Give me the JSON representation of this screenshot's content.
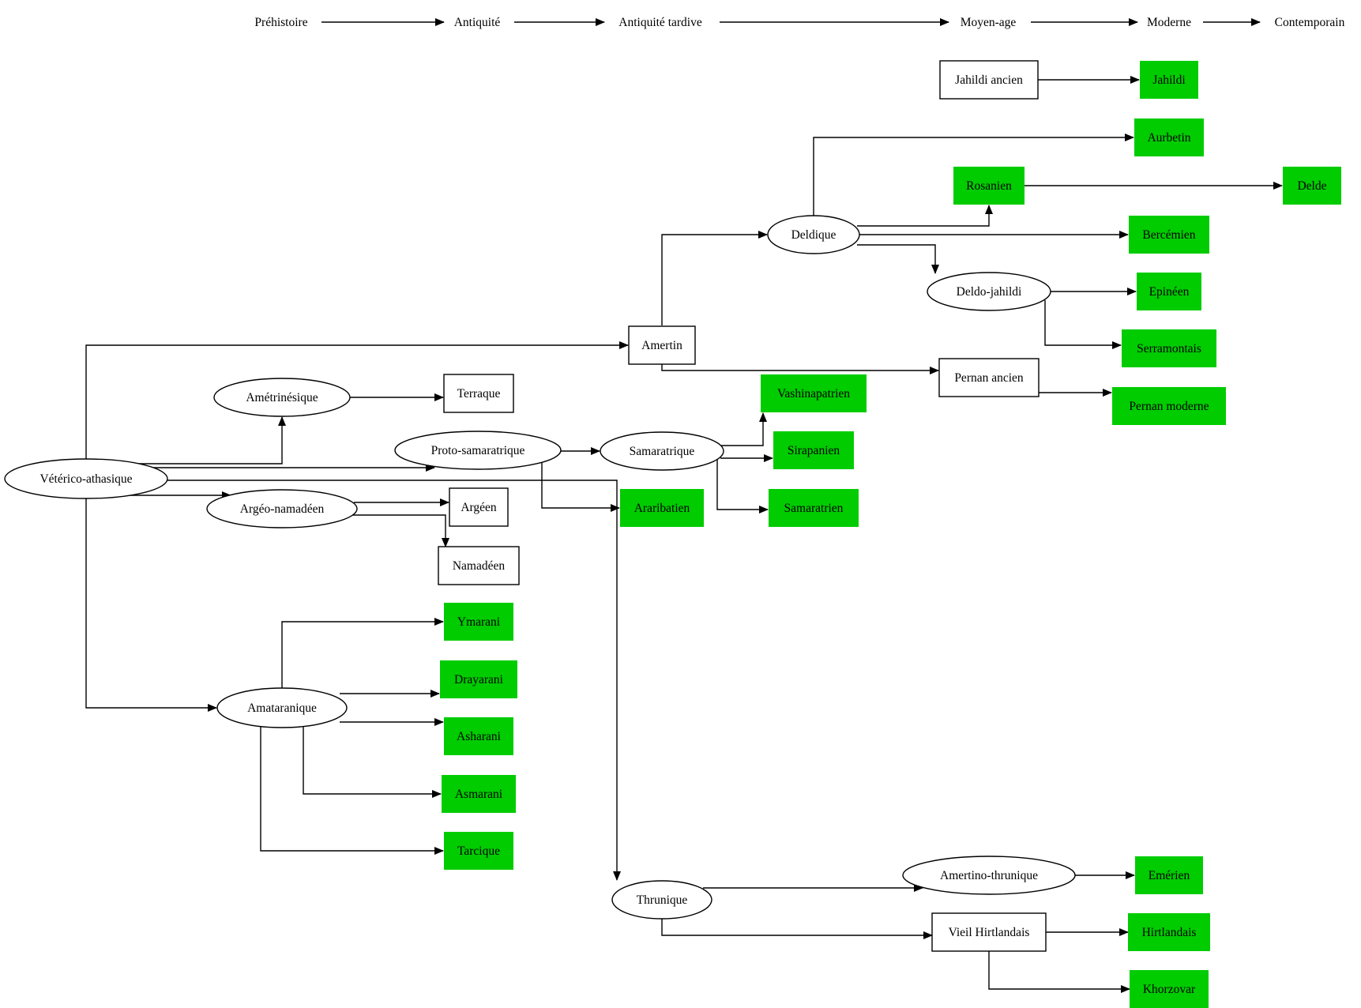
{
  "diagram": {
    "colors": {
      "modern_fill": "#00cc00",
      "stroke": "#000000",
      "background": "#ffffff"
    },
    "timeline": [
      {
        "id": "t_prehistoire",
        "label": "Préhistoire"
      },
      {
        "id": "t_antiquite",
        "label": "Antiquité"
      },
      {
        "id": "t_antiquite_tardive",
        "label": "Antiquité tardive"
      },
      {
        "id": "t_moyen_age",
        "label": "Moyen-age"
      },
      {
        "id": "t_moderne",
        "label": "Moderne"
      },
      {
        "id": "t_contemporain",
        "label": "Contemporain"
      }
    ],
    "nodes": [
      {
        "id": "veterico",
        "label": "Vétérico-athasique",
        "shape": "ellipse",
        "era": "Préhistoire"
      },
      {
        "id": "ametrinesique",
        "label": "Amétrinésique",
        "shape": "ellipse",
        "era": "Antiquité"
      },
      {
        "id": "argeo",
        "label": "Argéo-namadéen",
        "shape": "ellipse",
        "era": "Antiquité"
      },
      {
        "id": "amataranique",
        "label": "Amataranique",
        "shape": "ellipse",
        "era": "Antiquité"
      },
      {
        "id": "terraque",
        "label": "Terraque",
        "shape": "box",
        "era": "Antiquité tardive"
      },
      {
        "id": "proto_sam",
        "label": "Proto-samaratrique",
        "shape": "ellipse",
        "era": "Antiquité tardive"
      },
      {
        "id": "argeen",
        "label": "Argéen",
        "shape": "box",
        "era": "Antiquité tardive"
      },
      {
        "id": "namadeen",
        "label": "Namadéen",
        "shape": "box",
        "era": "Antiquité tardive"
      },
      {
        "id": "ymarani",
        "label": "Ymarani",
        "shape": "filled",
        "era": "Antiquité tardive"
      },
      {
        "id": "drayarani",
        "label": "Drayarani",
        "shape": "filled",
        "era": "Antiquité tardive"
      },
      {
        "id": "asharani",
        "label": "Asharani",
        "shape": "filled",
        "era": "Antiquité tardive"
      },
      {
        "id": "asmarani",
        "label": "Asmarani",
        "shape": "filled",
        "era": "Antiquité tardive"
      },
      {
        "id": "tarcique",
        "label": "Tarcique",
        "shape": "filled",
        "era": "Antiquité tardive"
      },
      {
        "id": "amertin",
        "label": "Amertin",
        "shape": "box",
        "era": "Antiquité tardive"
      },
      {
        "id": "samaratrique",
        "label": "Samaratrique",
        "shape": "ellipse",
        "era": "Antiquité tardive"
      },
      {
        "id": "araribatien",
        "label": "Araribatien",
        "shape": "filled",
        "era": "Antiquité tardive"
      },
      {
        "id": "thrunique",
        "label": "Thrunique",
        "shape": "ellipse",
        "era": "Antiquité tardive"
      },
      {
        "id": "deldique",
        "label": "Deldique",
        "shape": "ellipse",
        "era": "Antiquité tardive"
      },
      {
        "id": "vashinapatrien",
        "label": "Vashinapatrien",
        "shape": "filled",
        "era": "Antiquité tardive"
      },
      {
        "id": "sirapanien",
        "label": "Sirapanien",
        "shape": "filled",
        "era": "Antiquité tardive"
      },
      {
        "id": "samaratrien",
        "label": "Samaratrien",
        "shape": "filled",
        "era": "Antiquité tardive"
      },
      {
        "id": "jahildi_ancien",
        "label": "Jahildi ancien",
        "shape": "box",
        "era": "Moyen-age"
      },
      {
        "id": "rosanien",
        "label": "Rosanien",
        "shape": "filled",
        "era": "Moyen-age"
      },
      {
        "id": "deldo_jahildi",
        "label": "Deldo-jahildi",
        "shape": "ellipse",
        "era": "Moyen-age"
      },
      {
        "id": "pernan_ancien",
        "label": "Pernan ancien",
        "shape": "box",
        "era": "Moyen-age"
      },
      {
        "id": "amertino_thrunique",
        "label": "Amertino-thrunique",
        "shape": "ellipse",
        "era": "Moyen-age"
      },
      {
        "id": "vieil_hirtlandais",
        "label": "Vieil Hirtlandais",
        "shape": "box",
        "era": "Moyen-age"
      },
      {
        "id": "jahildi",
        "label": "Jahildi",
        "shape": "filled",
        "era": "Moderne"
      },
      {
        "id": "aurbetin",
        "label": "Aurbetin",
        "shape": "filled",
        "era": "Moderne"
      },
      {
        "id": "bercemien",
        "label": "Bercémien",
        "shape": "filled",
        "era": "Moderne"
      },
      {
        "id": "epineen",
        "label": "Epinéen",
        "shape": "filled",
        "era": "Moderne"
      },
      {
        "id": "serramontais",
        "label": "Serramontais",
        "shape": "filled",
        "era": "Moderne"
      },
      {
        "id": "pernan_moderne",
        "label": "Pernan moderne",
        "shape": "filled",
        "era": "Moderne"
      },
      {
        "id": "emerien",
        "label": "Emérien",
        "shape": "filled",
        "era": "Moderne"
      },
      {
        "id": "hirtlandais",
        "label": "Hirtlandais",
        "shape": "filled",
        "era": "Moderne"
      },
      {
        "id": "khorzovar",
        "label": "Khorzovar",
        "shape": "filled",
        "era": "Moderne"
      },
      {
        "id": "delde",
        "label": "Delde",
        "shape": "filled",
        "era": "Contemporain"
      }
    ],
    "edges": [
      {
        "from": "t_prehistoire",
        "to": "t_antiquite"
      },
      {
        "from": "t_antiquite",
        "to": "t_antiquite_tardive"
      },
      {
        "from": "t_antiquite_tardive",
        "to": "t_moyen_age"
      },
      {
        "from": "t_moyen_age",
        "to": "t_moderne"
      },
      {
        "from": "t_moderne",
        "to": "t_contemporain"
      },
      {
        "from": "jahildi_ancien",
        "to": "jahildi"
      },
      {
        "from": "deldique",
        "to": "aurbetin"
      },
      {
        "from": "rosanien",
        "to": "delde"
      },
      {
        "from": "deldique",
        "to": "rosanien"
      },
      {
        "from": "deldique",
        "to": "bercemien"
      },
      {
        "from": "deldique",
        "to": "deldo_jahildi"
      },
      {
        "from": "amertin",
        "to": "deldique"
      },
      {
        "from": "deldo_jahildi",
        "to": "epineen"
      },
      {
        "from": "deldo_jahildi",
        "to": "serramontais"
      },
      {
        "from": "veterico",
        "to": "amertin"
      },
      {
        "from": "amertin",
        "to": "pernan_ancien"
      },
      {
        "from": "pernan_ancien",
        "to": "pernan_moderne"
      },
      {
        "from": "ametrinesique",
        "to": "terraque"
      },
      {
        "from": "veterico",
        "to": "ametrinesique"
      },
      {
        "from": "samaratrique",
        "to": "vashinapatrien"
      },
      {
        "from": "proto_sam",
        "to": "samaratrique"
      },
      {
        "from": "veterico",
        "to": "proto_sam"
      },
      {
        "from": "samaratrique",
        "to": "sirapanien"
      },
      {
        "from": "samaratrique",
        "to": "samaratrien"
      },
      {
        "from": "proto_sam",
        "to": "araribatien"
      },
      {
        "from": "veterico",
        "to": "argeo"
      },
      {
        "from": "argeo",
        "to": "argeen"
      },
      {
        "from": "argeo",
        "to": "namadeen"
      },
      {
        "from": "veterico",
        "to": "thrunique"
      },
      {
        "from": "veterico",
        "to": "amataranique"
      },
      {
        "from": "amataranique",
        "to": "ymarani"
      },
      {
        "from": "amataranique",
        "to": "drayarani"
      },
      {
        "from": "amataranique",
        "to": "asharani"
      },
      {
        "from": "amataranique",
        "to": "asmarani"
      },
      {
        "from": "amataranique",
        "to": "tarcique"
      },
      {
        "from": "amertino_thrunique",
        "to": "emerien"
      },
      {
        "from": "thrunique",
        "to": "amertino_thrunique"
      },
      {
        "from": "thrunique",
        "to": "vieil_hirtlandais"
      },
      {
        "from": "vieil_hirtlandais",
        "to": "hirtlandais"
      },
      {
        "from": "vieil_hirtlandais",
        "to": "khorzovar"
      }
    ]
  }
}
